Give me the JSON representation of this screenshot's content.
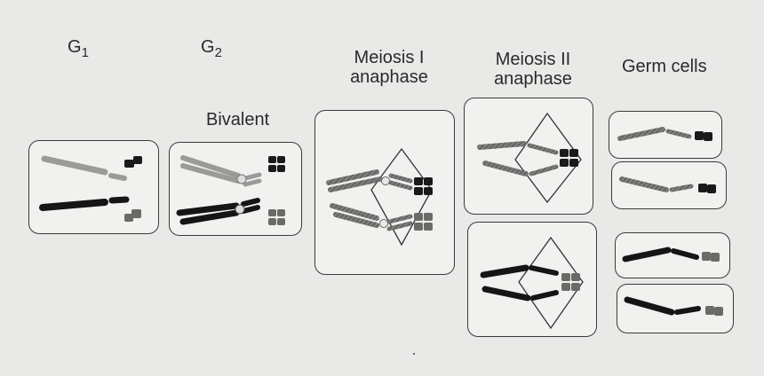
{
  "labels": {
    "g1": "G",
    "g1_sub": "1",
    "g2": "G",
    "g2_sub": "2",
    "bivalent": "Bivalent",
    "meiosis1_line1": "Meiosis I",
    "meiosis1_line2": "anaphase",
    "meiosis2_line1": "Meiosis II",
    "meiosis2_line2": "anaphase",
    "germ_cells": "Germ cells"
  },
  "colors": {
    "light_chromosome": "#9a9a98",
    "dark_chromosome": "#151515",
    "hatched_chromosome": "#6e6e6c",
    "small_dark": "#1a1a1a",
    "small_grey": "#6a6a68",
    "background": "#e9e9e7",
    "border": "#3a3a3a"
  }
}
